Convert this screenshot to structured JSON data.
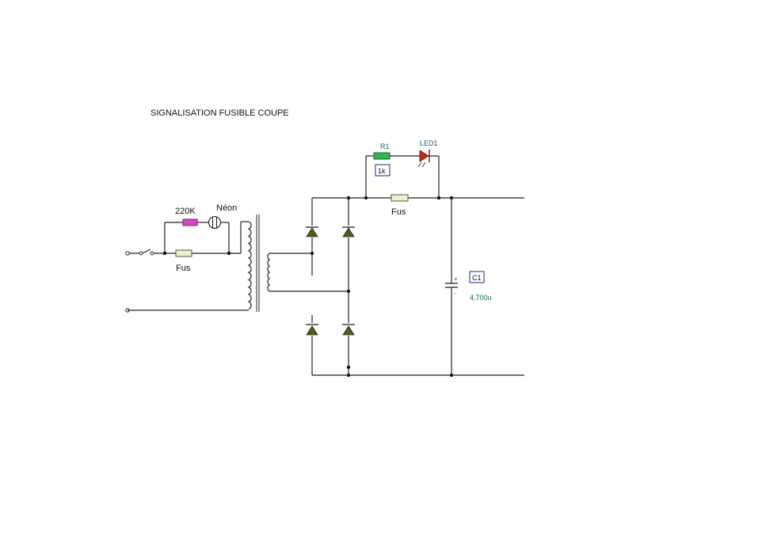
{
  "title": "SIGNALISATION FUSIBLE COUPE",
  "components": {
    "resistor_220k": "220K",
    "neon": "Néon",
    "fuse_primary": "Fus",
    "fuse_secondary": "Fus",
    "r1_name": "R1",
    "r1_value": "1k",
    "led_name": "LED1",
    "c1_name": "C1",
    "c1_value": "4,700u",
    "c1_plus": "+",
    "c1_minus": "-"
  },
  "colors": {
    "wire": "#222222",
    "resistor_220k": "#e040d0",
    "resistor_r1": "#22c040",
    "fuse": "#f0f0c8",
    "diode_fill": "#5a5a10",
    "led_fill": "#e02010",
    "label_green": "#0a6a5a"
  }
}
